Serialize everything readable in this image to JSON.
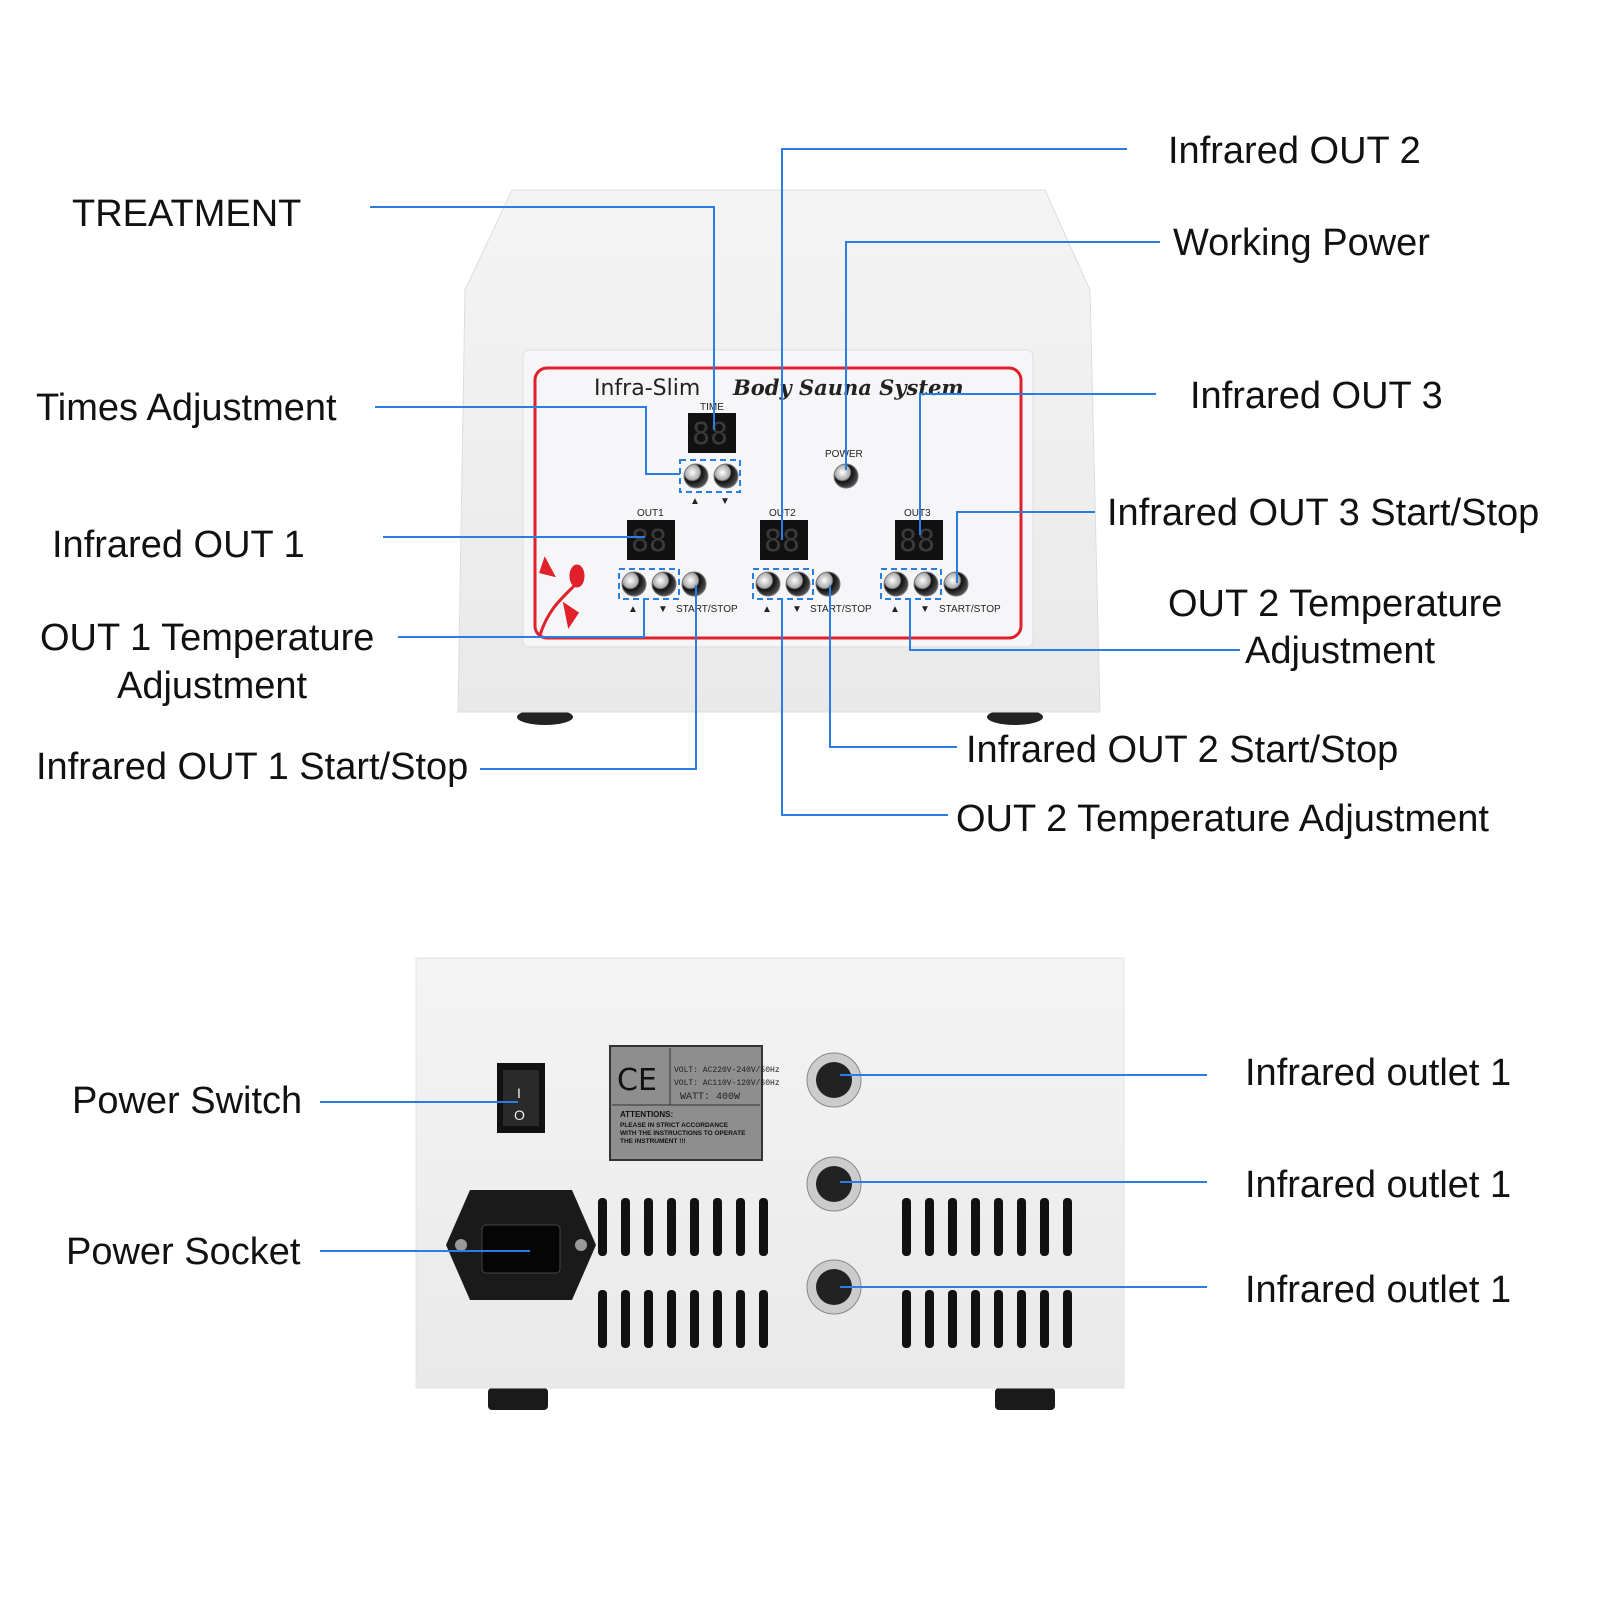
{
  "front": {
    "panel_title": "Infra-Slim",
    "panel_subtitle": "Body Sauna System",
    "time_label": "TIME",
    "power_label": "POWER",
    "out1_label": "OUT1",
    "out2_label": "OUT2",
    "out3_label": "OUT3",
    "display_value": "88",
    "up_arrow": "▲",
    "down_arrow": "▼",
    "start_stop": "START/STOP"
  },
  "back": {
    "ce_mark": "CE",
    "volt1": "VOLT: AC220V-240V/50Hz",
    "volt2": "VOLT: AC110V-120V/60Hz",
    "watt": "WATT: 400W",
    "attention_title": "ATTENTIONS:",
    "attention_1": "PLEASE IN STRICT ACCORDANCE",
    "attention_2": "WITH THE INSTRUCTIONS TO OPERATE",
    "attention_3": "THE INSTRUMENT !!!",
    "switch_on": "I",
    "switch_off": "O"
  },
  "callouts": {
    "treatment": "TREATMENT",
    "infrared_out2": "Infrared OUT 2",
    "working_power": "Working Power",
    "times_adjustment": "Times Adjustment",
    "infrared_out3": "Infrared OUT 3",
    "infrared_out1": "Infrared OUT 1",
    "out3_start_stop": "Infrared OUT 3 Start/Stop",
    "out1_temp_line1": "OUT 1 Temperature",
    "out1_temp_line2": "Adjustment",
    "out2_temp_right_line1": "OUT 2 Temperature",
    "out2_temp_right_line2": "Adjustment",
    "out1_start_stop": "Infrared OUT 1 Start/Stop",
    "out2_start_stop": "Infrared OUT 2 Start/Stop",
    "out2_temp": "OUT 2 Temperature Adjustment",
    "power_switch": "Power Switch",
    "power_socket": "Power Socket",
    "outlet_a": "Infrared outlet 1",
    "outlet_b": "Infrared outlet 1",
    "outlet_c": "Infrared outlet 1"
  },
  "colors": {
    "leader": "#2a7de1",
    "panel_border": "#e0202a"
  }
}
